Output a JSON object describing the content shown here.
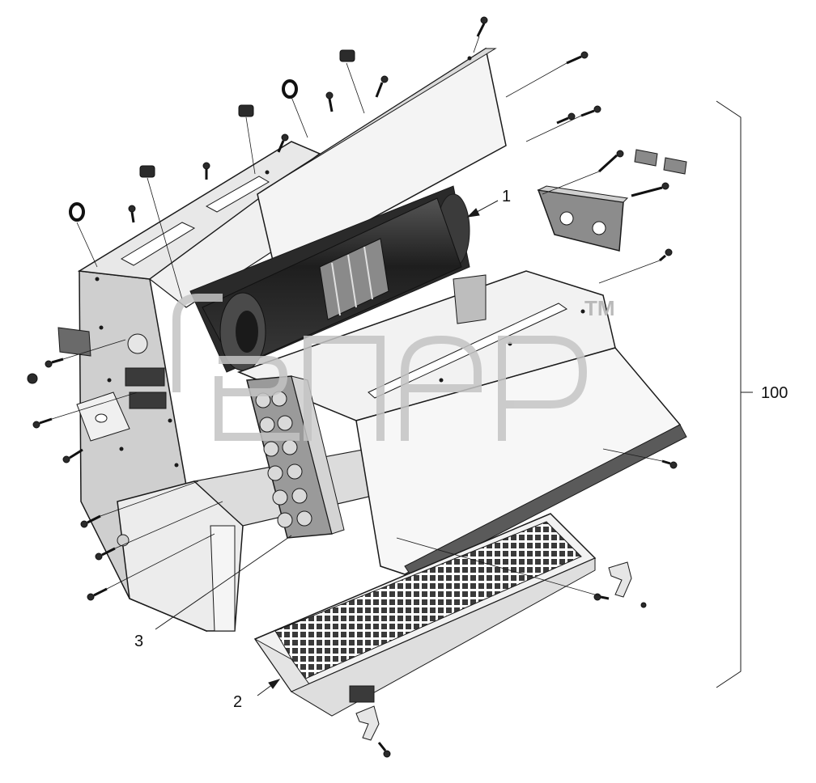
{
  "diagram": {
    "callouts": {
      "c1": "1",
      "c2": "2",
      "c3": "3",
      "c100": "100"
    },
    "watermark_tm": "TM",
    "colors": {
      "line": "#1a1a1a",
      "panel": "#f2f2f2",
      "panel_shade": "#d9d9d9",
      "housing_side": "#cfcfcf",
      "motor": "#2b2b2b",
      "coil": "#8c8c8c",
      "filter_mesh": "#3a3a3a",
      "watermark": "#c4c4c4"
    }
  }
}
